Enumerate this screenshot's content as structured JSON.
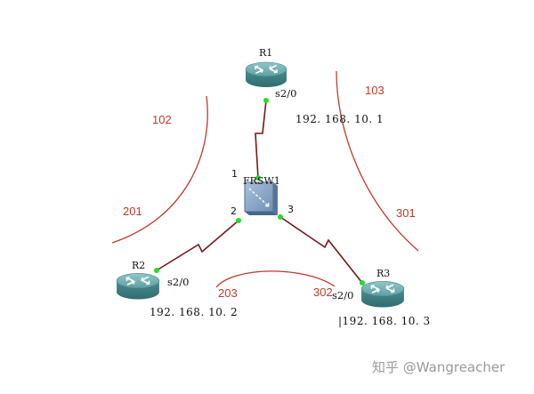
{
  "devices": {
    "r1": "R1",
    "r2": "R2",
    "r3": "R3",
    "switch": "FRSW1"
  },
  "interfaces": {
    "r1": "s2/0",
    "r2": "s2/0",
    "r3": "s2/0"
  },
  "ip_addresses": {
    "r1": "192. 168. 10. 1",
    "r2": "192. 168. 10. 2",
    "r3": "|192. 168. 10. 3"
  },
  "switch_ports": {
    "p1": "1",
    "p2": "2",
    "p3": "3"
  },
  "dlci": {
    "d102": "102",
    "d103": "103",
    "d201": "201",
    "d301": "301",
    "d203": "203",
    "d302": "302"
  },
  "colors": {
    "link": "#7a1717",
    "dlci_curve": "#c0392b",
    "port_dot": "#22dd22",
    "router_body": "#5d9ea0"
  },
  "watermark": "知乎 @Wangreacher"
}
